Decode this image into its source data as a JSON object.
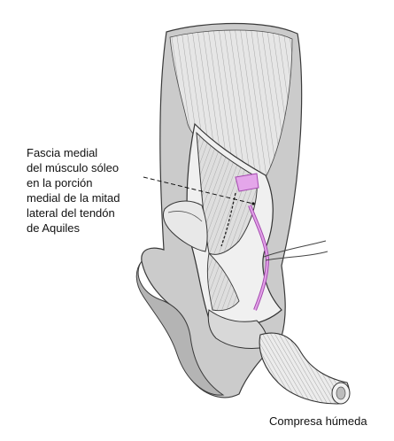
{
  "labels": {
    "fascia_lines": [
      "Fascia medial",
      "del músculo sóleo",
      "en la porción",
      "medial de la mitad",
      "lateral del tendón",
      "de Aquiles"
    ],
    "compress": "Compresa húmeda"
  },
  "colors": {
    "skin": "#c9c9c9",
    "skin_dark": "#9a9a9a",
    "muscle": "#e4e4e4",
    "outline": "#3a3a3a",
    "nerve": "#d98be0",
    "nerve_dark": "#a54bb0"
  }
}
